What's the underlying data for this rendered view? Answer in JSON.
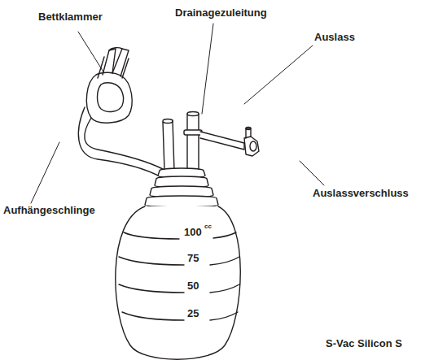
{
  "diagram": {
    "labels": [
      "Bettklammer",
      "Drainagezuleitung",
      "Auslass",
      "Auslassverschluss",
      "Aufhängeschlinge",
      "100",
      "cc",
      "75",
      "50",
      "25",
      "S-Vac Silicon S"
    ]
  }
}
